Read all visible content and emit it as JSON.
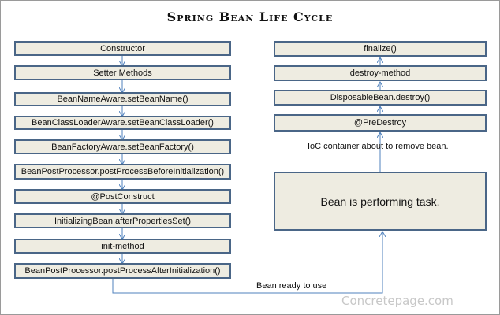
{
  "title": "Spring Bean Life Cycle",
  "left_steps": [
    "Constructor",
    "Setter Methods",
    "BeanNameAware.setBeanName()",
    "BeanClassLoaderAware.setBeanClassLoader()",
    "BeanFactoryAware.setBeanFactory()",
    "BeanPostProcessor.postProcessBeforeInitialization()",
    "@PostConstruct",
    "InitializingBean.afterPropertiesSet()",
    "init-method",
    "BeanPostProcessor.postProcessAfterInitialization()"
  ],
  "right_steps": [
    "finalize()",
    "destroy-method",
    "DisposableBean.destroy()",
    "@PreDestroy"
  ],
  "center_box": "Bean is performing task.",
  "ready_label": "Bean ready to use",
  "remove_label": "IoC container about to remove bean.",
  "watermark": "Concretepage.com",
  "colors": {
    "box_fill": "#eeece1",
    "box_border": "#4a6687",
    "connector": "#4f81bd"
  }
}
